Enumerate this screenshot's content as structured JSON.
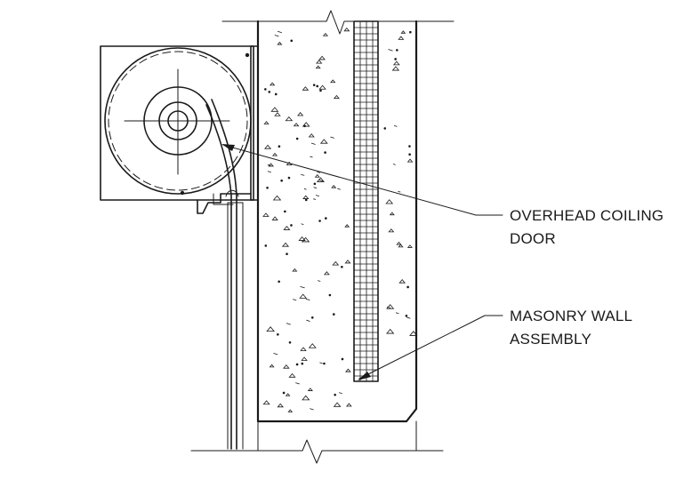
{
  "callouts": {
    "door": {
      "line1": "OVERHEAD COILING",
      "line2": "DOOR"
    },
    "wall": {
      "line1": "MASONRY WALL",
      "line2": "ASSEMBLY"
    }
  },
  "colors": {
    "line": "#1a1a1a",
    "background": "#ffffff"
  }
}
